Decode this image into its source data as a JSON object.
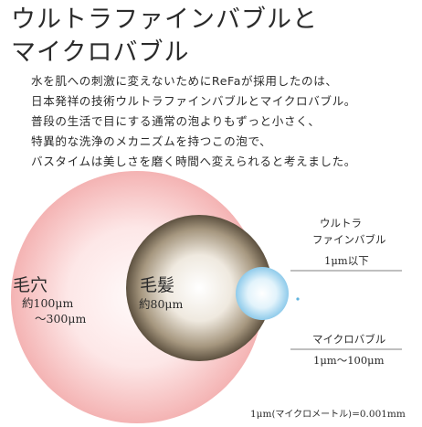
{
  "headline": {
    "line1": "ウルトラファインバブルと",
    "line2": "マイクロバブル"
  },
  "body": {
    "lines": [
      "水を肌への刺激に変えないためにReFaが採用したのは、",
      "日本発祥の技術ウルトラファインバブルとマイクロバブル。",
      "普段の生活で目にする通常の泡よりもずっと小さく、",
      "特異的な洗浄のメカニズムを持つこの泡で、",
      "バスタイムは美しさを磨く時間へ変えられると考えました。"
    ]
  },
  "diagram": {
    "pore": {
      "name": "毛穴",
      "size_line1": "約100μm",
      "size_line2": "～300μm",
      "color": "#f6c9c9"
    },
    "hair": {
      "name": "毛髪",
      "size": "約80μm",
      "color": "#8a7a66"
    },
    "microbubble": {
      "name": "マイクロバブル",
      "size": "1μm～100μm",
      "color": "#bfe2f5"
    },
    "ultrafine": {
      "name_line1": "ウルトラ",
      "name_line2": "ファインバブル",
      "size": "1μm以下",
      "color": "#5fb3df"
    },
    "footnote": {
      "unit": "1μm",
      "paren_text": "(マイクロメートル)",
      "equals": "=0.001mm"
    }
  }
}
